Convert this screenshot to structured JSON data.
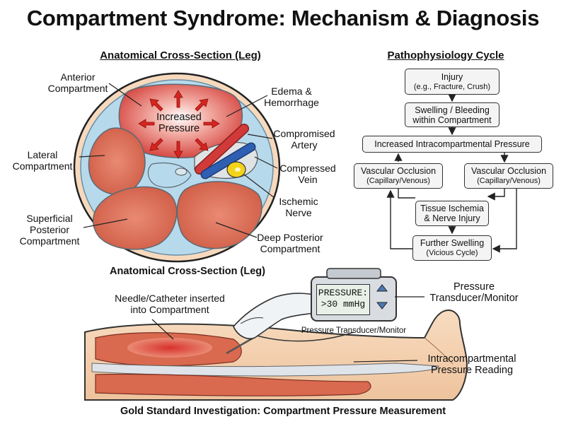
{
  "title": "Compartment Syndrome: Mechanism & Diagnosis",
  "cross_section": {
    "title": "Anatomical Cross-Section (Leg)",
    "center_label": [
      "Increased",
      "Pressure"
    ],
    "labels": {
      "anterior": [
        "Anterior",
        "Compartment"
      ],
      "lateral": [
        "Lateral",
        "Compartment"
      ],
      "superficial_posterior": [
        "Superficial",
        "Posterior",
        "Compartment"
      ],
      "edema": [
        "Edema &",
        "Hemorrhage"
      ],
      "artery": [
        "Compromised",
        "Artery"
      ],
      "vein": [
        "Compressed",
        "Vein"
      ],
      "nerve": [
        "Ischemic",
        "Nerve"
      ],
      "deep_posterior": [
        "Deep Posterior",
        "Compartment"
      ]
    },
    "caption": "Anatomical Cross-Section (Leg)"
  },
  "cycle": {
    "title": "Pathophysiology Cycle",
    "injury": {
      "main": "Injury",
      "sub": "(e.g., Fracture, Crush)"
    },
    "swelling": {
      "main": "Swelling / Bleeding",
      "main2": "within Compartment"
    },
    "pressure": "Increased Intracompartmental Pressure",
    "occlusion_left": {
      "main": "Vascular Occlusion",
      "sub": "(Capillary/Venous)"
    },
    "occlusion_right": {
      "main": "Vascular Occlusion",
      "sub": "(Capillary/Venous)"
    },
    "ischemia": {
      "main": "Tissue Ischemia",
      "main2": "& Nerve Injury"
    },
    "further": {
      "main": "Further Swelling",
      "sub": "(Vicious Cycle)"
    }
  },
  "measurement": {
    "needle_label": [
      "Needle/Catheter inserted",
      "into Compartment"
    ],
    "screen": [
      "PRESSURE:",
      ">30 mmHg"
    ],
    "transducer_label": [
      "Pressure",
      "Transducer/Monitor"
    ],
    "small_caption": "Pressure Transducer/Monitor",
    "reading_label": [
      "Intracompartmental",
      "Pressure Reading"
    ],
    "caption": "Gold Standard Investigation: Compartment Pressure Measurement"
  },
  "colors": {
    "muscle": "#d9694f",
    "fascia": "#b7d9ec",
    "artery": "#d23a3a",
    "vein": "#2f5fb3",
    "nerve": "#f2d31a",
    "skin": "#f6d7b5",
    "box_fill": "#f4f4f4"
  }
}
